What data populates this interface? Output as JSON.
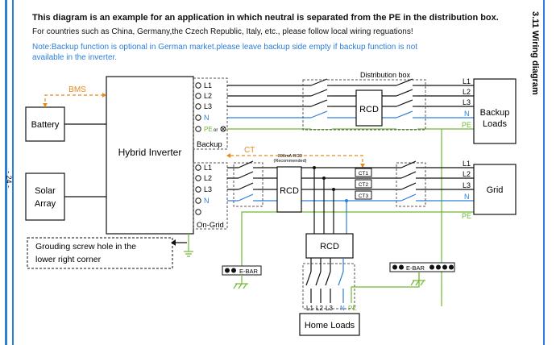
{
  "header": {
    "title": "This diagram is an example for an application in which neutral is separated from the PE in the distribution box.",
    "subtitle": "For countries such as China, Germany,the Czech Republic, Italy, etc., please follow local wiring reguations!",
    "note_line1": "Note:Backup function is optional in German market.please leave backup side empty if backup function is not",
    "note_line2": "available in the inverter."
  },
  "side": {
    "section_title": "3.11 Wiring diagram",
    "page_number": "- 24 -"
  },
  "colors": {
    "blue_wire": "#2c7fd8",
    "green_wire": "#6fb833",
    "orange_link": "#e88a1a",
    "black_wire": "#111111"
  },
  "diagram": {
    "inverter": "Hybrid Inverter",
    "battery": "Battery",
    "solar_line1": "Solar",
    "solar_line2": "Array",
    "bms": "BMS",
    "ct": "CT",
    "backup_label": "Backup",
    "ongrid_label": "On-Grid",
    "backup_terms": [
      "L1",
      "L2",
      "L3",
      "N"
    ],
    "backup_pe": "PE",
    "backup_pe_or": "or",
    "ongrid_terms": [
      "L1",
      "L2",
      "L3",
      "N"
    ],
    "distribution_box": "Distribution box",
    "rcd": "RCD",
    "rcd_300_line1": "300mA RCD",
    "rcd_300_line2": "(Recommended)",
    "ct_labels": [
      "CT1",
      "CT2",
      "CT3"
    ],
    "backup_loads_line1": "Backup",
    "backup_loads_line2": "Loads",
    "grid": "Grid",
    "right_backup_terms": [
      "L1",
      "L2",
      "L3",
      "N",
      "PE"
    ],
    "right_grid_terms": [
      "L1",
      "L2",
      "L3",
      "N",
      "PE"
    ],
    "home_loads": "Home Loads",
    "home_terms": [
      "L1",
      "L2",
      "L3",
      "N",
      "PE"
    ],
    "ebar": "E-BAR",
    "grounding_line1": "Grouding screw hole  in the",
    "grounding_line2": "lower right corner"
  }
}
